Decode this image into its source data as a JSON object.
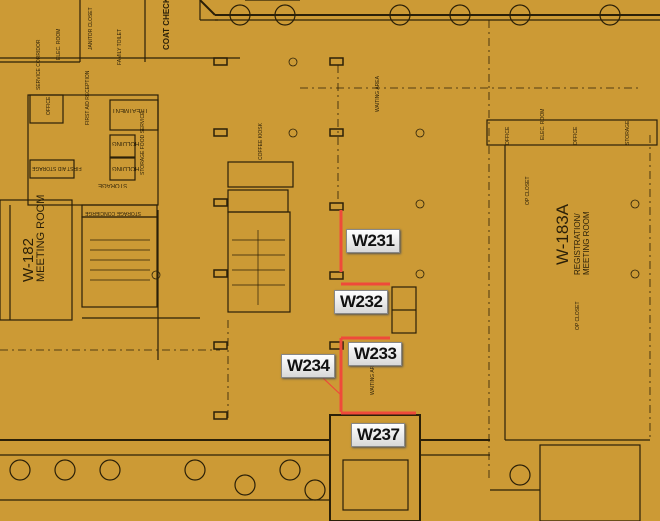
{
  "map": {
    "background_color": "#cc9a35",
    "highlight_color": "#ef4a3a",
    "booth_labels": [
      "W231",
      "W232",
      "W233",
      "W234",
      "W237"
    ],
    "rooms": {
      "w182_number": "W-182",
      "w182_name": "MEETING ROOM",
      "w183a_number": "W-183A",
      "w183a_name_1": "REGISTRATION/",
      "w183a_name_2": "MEETING ROOM",
      "treatment": "TREATMENT",
      "holding_1": "HOLDING",
      "holding_2": "HOLDING",
      "storage": "STORAGE",
      "first_aid_storage": "FIRST AID STORAGE",
      "storage_concierge": "STORAGE CONCIERGE",
      "food_service_storage": "STORAGE FOOD SERVICE",
      "first_aid_reception": "FIRST AID RECEPTION",
      "office": "OFFICE",
      "janitor_closet": "JANITOR CLOSET",
      "family_toilet": "FAMILY TOILET",
      "coat_check": "COAT CHECK",
      "coffee_kiosk": "COFFEE KIOSK",
      "waiting_area_1": "WAITING AREA",
      "waiting_area_2": "WAITING AREA",
      "service_corridor": "SERVICE CORRIDOR",
      "elec_room": "ELEC. ROOM",
      "office_2": "OFFICE",
      "office_3": "OFFICE",
      "elec_room_2": "ELEC. ROOM",
      "storage_2": "STORAGE",
      "op_closet_1": "OP CLOSET",
      "op_closet_2": "OP CLOSET"
    }
  }
}
